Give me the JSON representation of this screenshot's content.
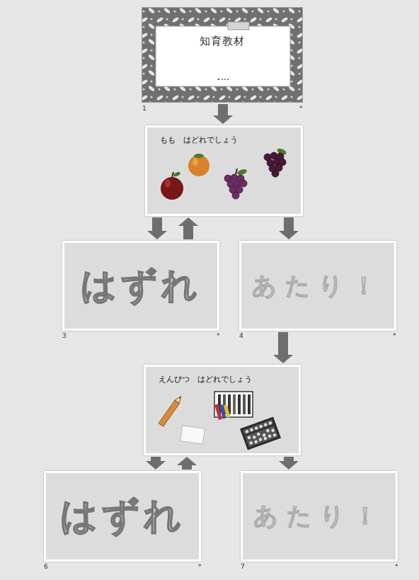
{
  "diagram": {
    "nodes": [
      {
        "text": [
          "知育教材"
        ]
      },
      {
        "text": [
          "もも　はどれでしょう"
        ]
      },
      {
        "text": [
          "はずれ"
        ]
      },
      {
        "text": [
          "あたり！"
        ]
      },
      {
        "text": [
          "えんぴつ　はどれでしょう"
        ]
      },
      {
        "text": [
          "はずれ"
        ]
      },
      {
        "text": [
          "あたり！"
        ]
      }
    ],
    "edges": [
      {
        "from": 0,
        "to": 1,
        "arrow": "to"
      },
      {
        "from": 1,
        "to": 2,
        "arrow": "to"
      },
      {
        "from": 2,
        "to": 1,
        "arrow": "to"
      },
      {
        "from": 1,
        "to": 3,
        "arrow": "to"
      },
      {
        "from": 3,
        "to": 4,
        "arrow": "to"
      },
      {
        "from": 4,
        "to": 5,
        "arrow": "to"
      },
      {
        "from": 5,
        "to": 4,
        "arrow": "to"
      },
      {
        "from": 4,
        "to": 6,
        "arrow": "to"
      }
    ],
    "labels": [
      "1",
      "*",
      "3",
      "*",
      "4",
      "*",
      "6",
      "*",
      "7",
      "*"
    ]
  }
}
